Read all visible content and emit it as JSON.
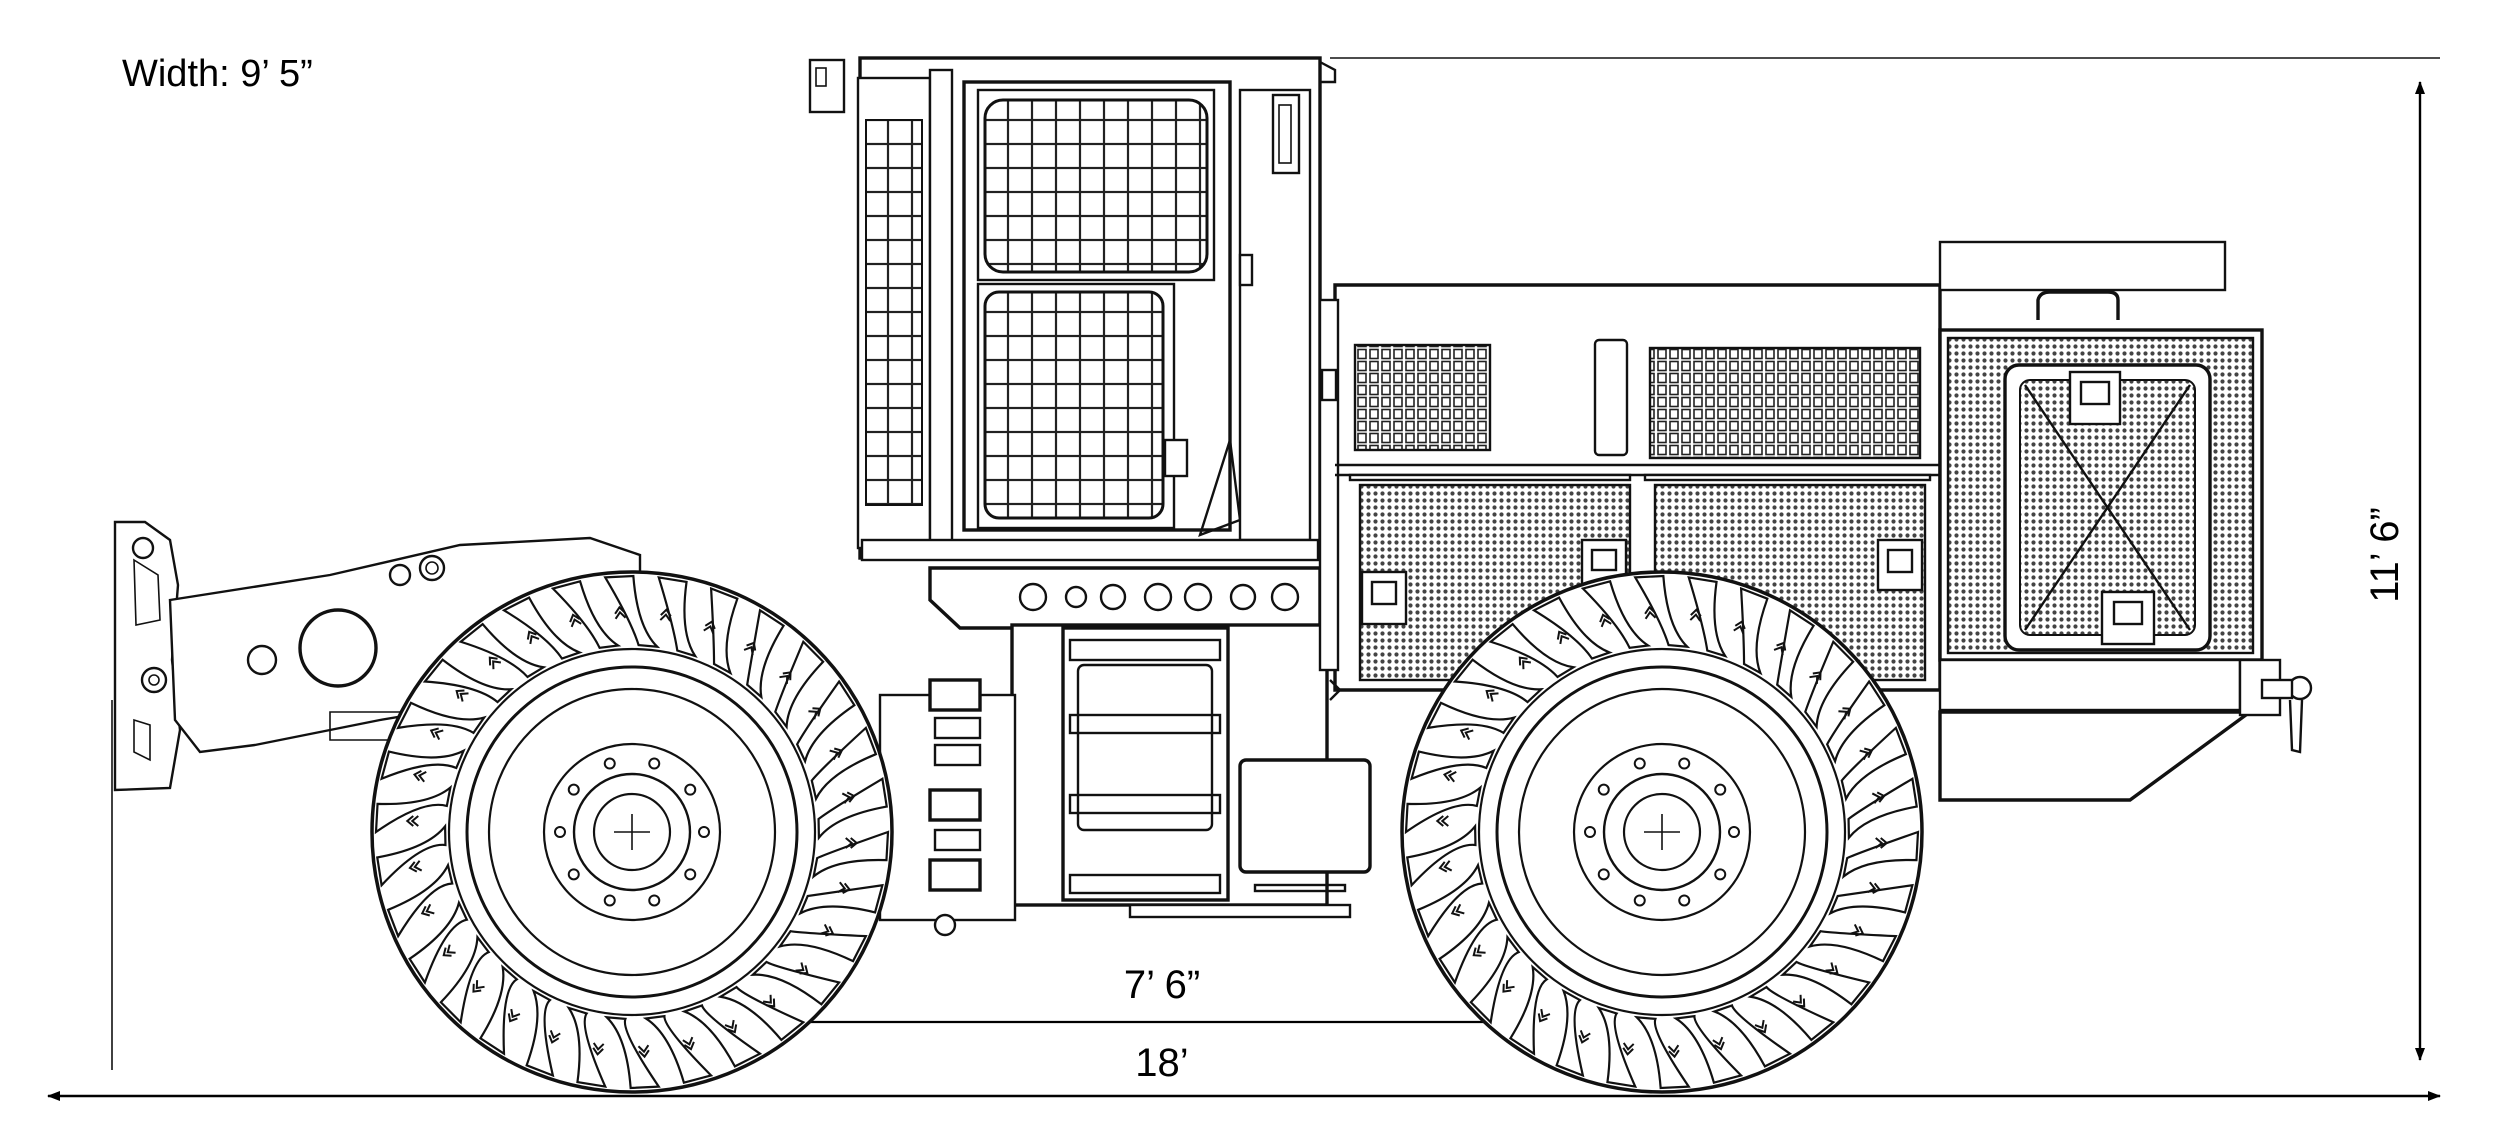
{
  "labels": {
    "width": "Width: 9’ 5”",
    "height": "11’ 6”",
    "wheelbase": "7’ 6”",
    "length": "18’"
  },
  "colors": {
    "line": "#111111",
    "background": "#ffffff"
  },
  "parts": {
    "wheels": [
      "rear-wheel",
      "front-wheel"
    ],
    "features": [
      "cab",
      "engine-hood",
      "radiator-guard",
      "rear-hitch",
      "rear-attachment-boom",
      "articulation-joint",
      "access-ladder",
      "tool-box"
    ]
  }
}
